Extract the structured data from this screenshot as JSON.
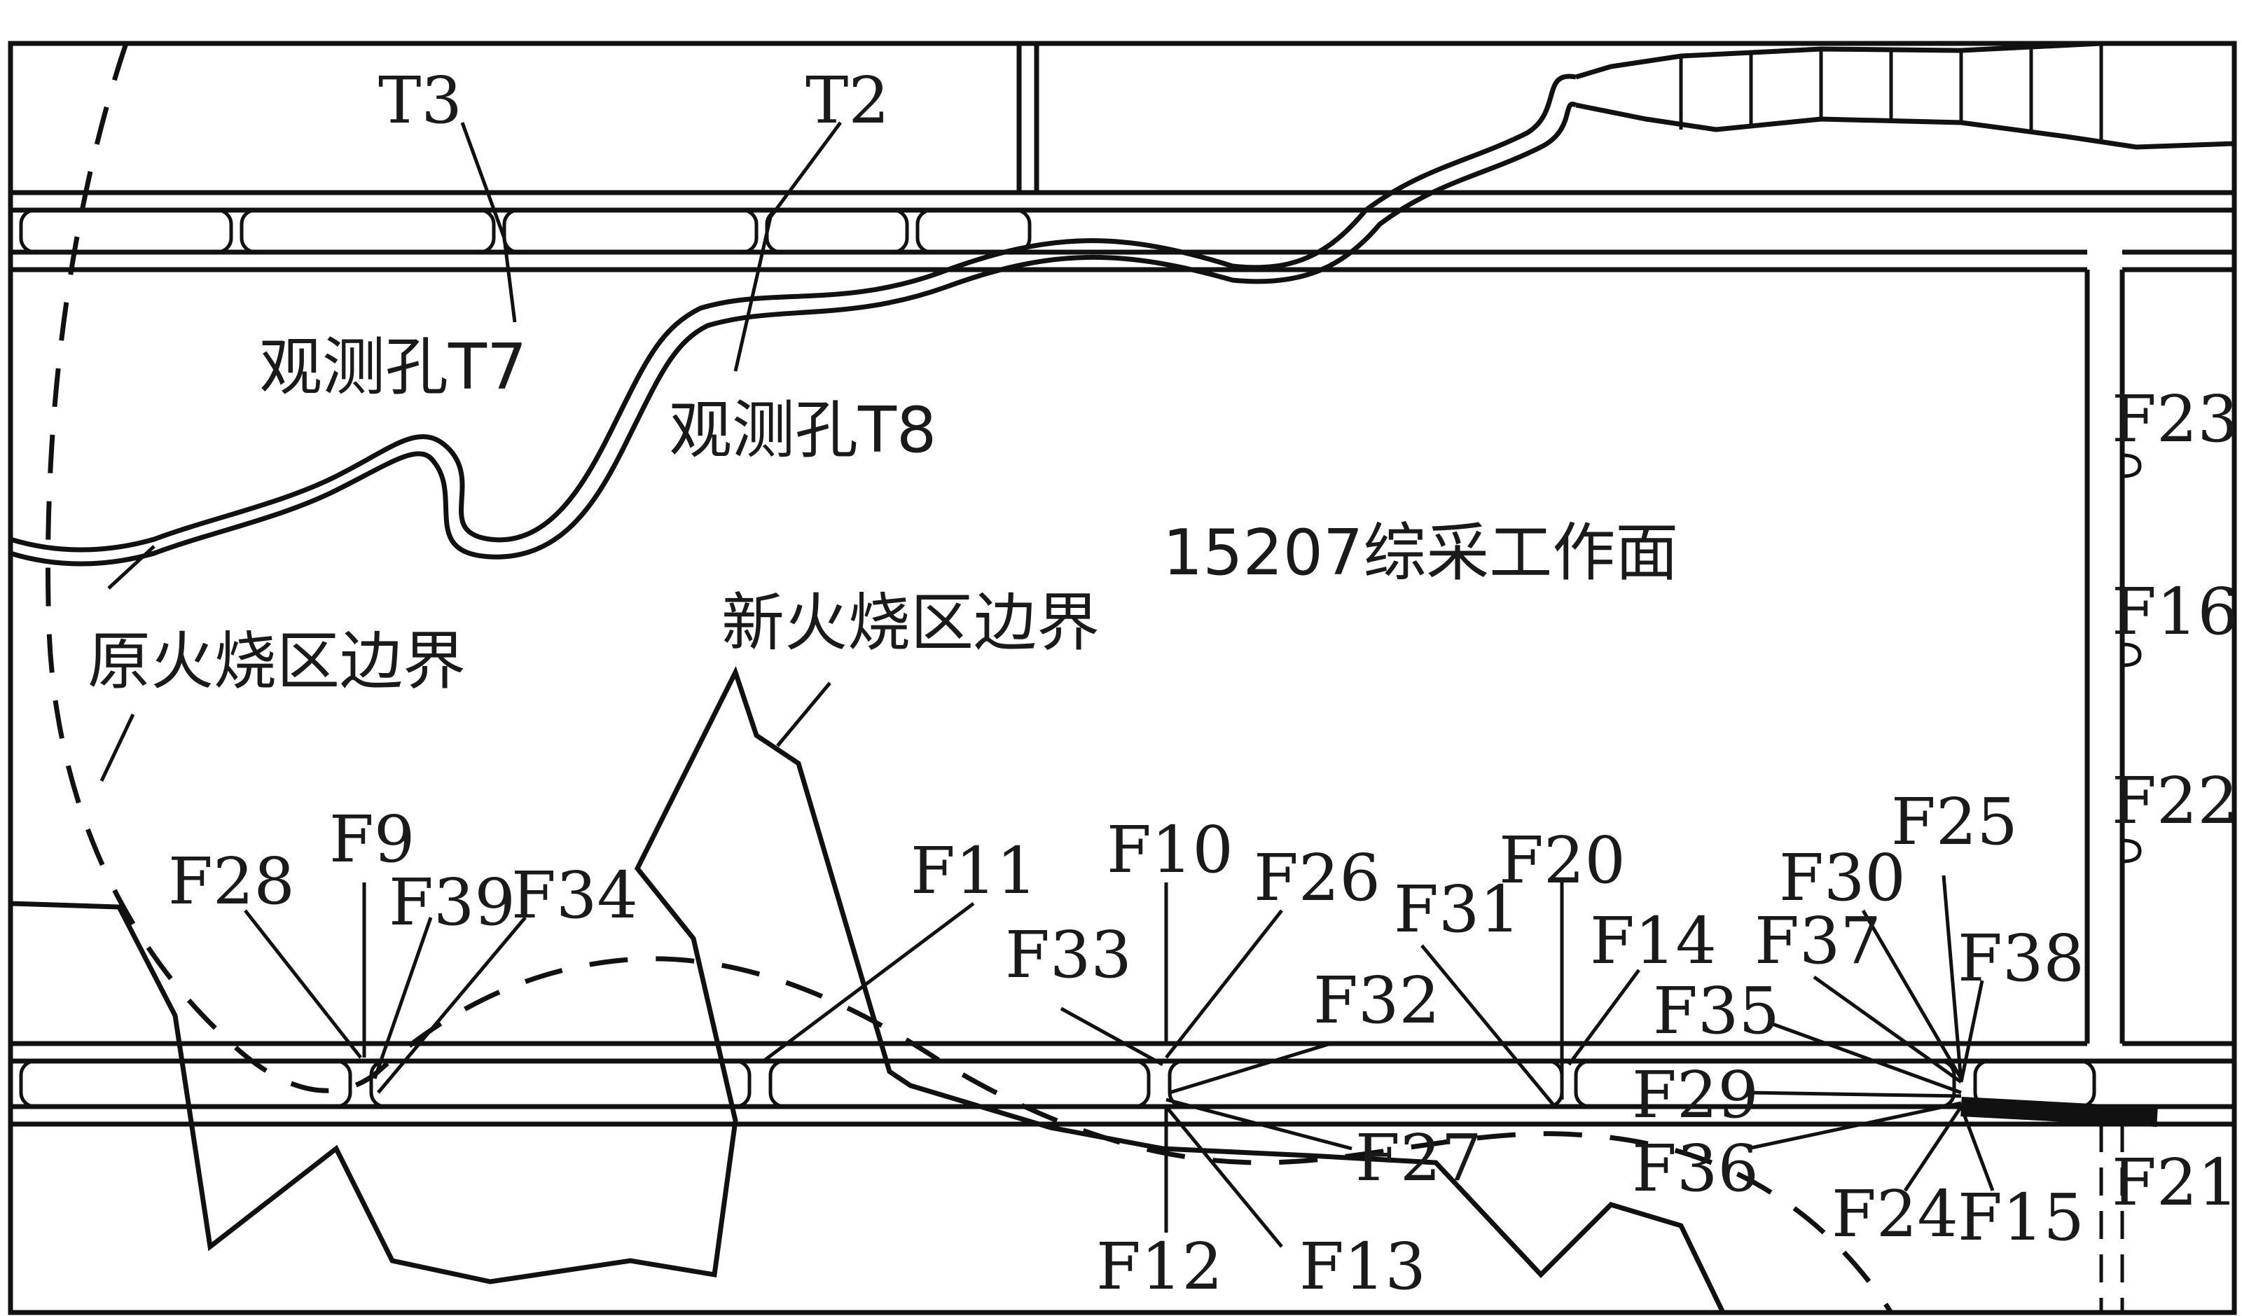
{
  "diagram": {
    "colors": {
      "line": "#111111",
      "text": "#1a1a1a",
      "background": "#ffffff"
    },
    "area_labels": {
      "workface": "15207综采工作面",
      "old_fire_boundary": "原火烧区边界",
      "new_fire_boundary": "新火烧区边界"
    },
    "observation_holes": [
      {
        "id": "T3",
        "name": "观测孔T7"
      },
      {
        "id": "T2",
        "name": "观测孔T8"
      }
    ],
    "points": [
      "F28",
      "F9",
      "F39",
      "F34",
      "F11",
      "F10",
      "F33",
      "F26",
      "F32",
      "F31",
      "F20",
      "F14",
      "F30",
      "F25",
      "F37",
      "F38",
      "F35",
      "F29",
      "F36",
      "F27",
      "F12",
      "F13",
      "F24",
      "F15",
      "F21",
      "F23",
      "F16",
      "F22"
    ]
  }
}
